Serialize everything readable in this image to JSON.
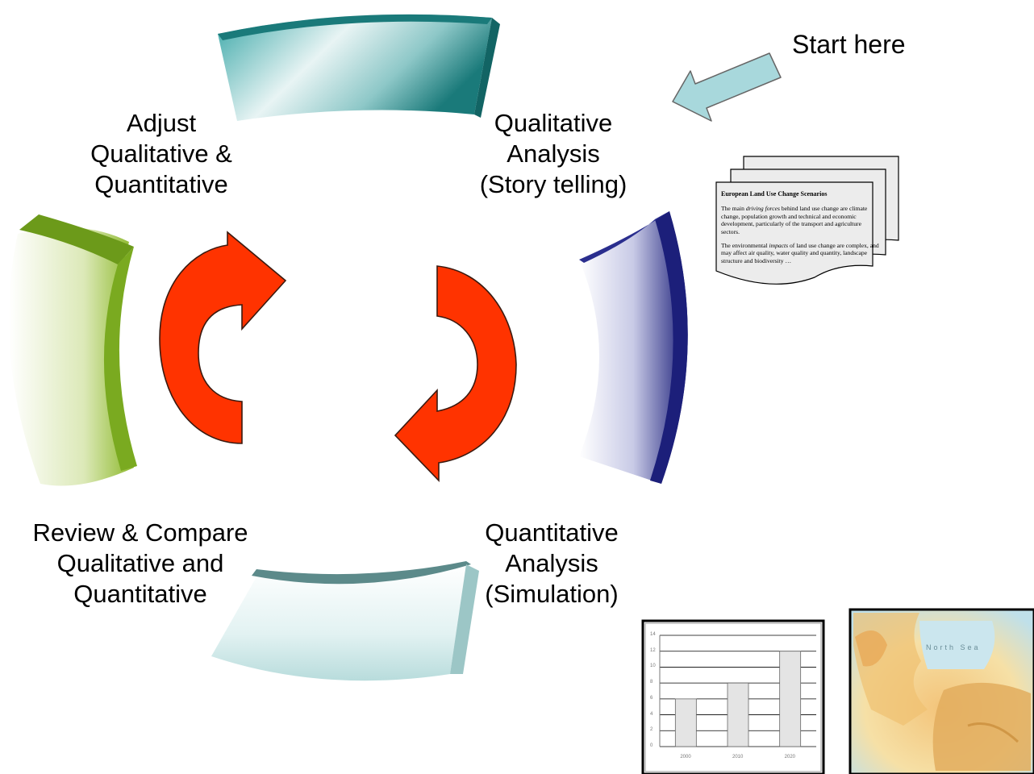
{
  "labels": {
    "start": "Start here",
    "qualitative": [
      "Qualitative",
      "Analysis",
      "(Story telling)"
    ],
    "adjust": [
      "Adjust",
      "Qualitative &",
      "Quantitative"
    ],
    "review": [
      "Review & Compare",
      "Qualitative and",
      "Quantitative"
    ],
    "quantitative": [
      "Quantitative",
      "Analysis",
      "(Simulation)"
    ]
  },
  "document": {
    "title": "European Land Use Change Scenarios",
    "p1_before": "The main ",
    "p1_em": "driving forces",
    "p1_after": " behind land use change are climate change, population growth and technical and economic development, particularly  of the transport and agriculture sectors.",
    "p2_before": "The environmental ",
    "p2_em": "impacts",
    "p2_after": " of land use change are complex, and may affect air quality, water quality and quantity, landscape structure and biodiversity  …"
  },
  "map": {
    "sea_label": "North Sea"
  },
  "chart_data": {
    "type": "bar",
    "categories": [
      "2000",
      "2010",
      "2020"
    ],
    "values": [
      6,
      8,
      12
    ],
    "ylim": [
      0,
      14
    ],
    "yticks": [
      "0",
      "2",
      "4",
      "6",
      "8",
      "10",
      "12",
      "14"
    ]
  },
  "colors": {
    "cycle_arrow": "#ff3300",
    "start_arrow": "#a8d8dc",
    "segment_top": "#1a7a7a",
    "segment_right": "#1c1f7a",
    "segment_left": "#6c9a1a",
    "segment_bottom": "#5c8a8a"
  }
}
